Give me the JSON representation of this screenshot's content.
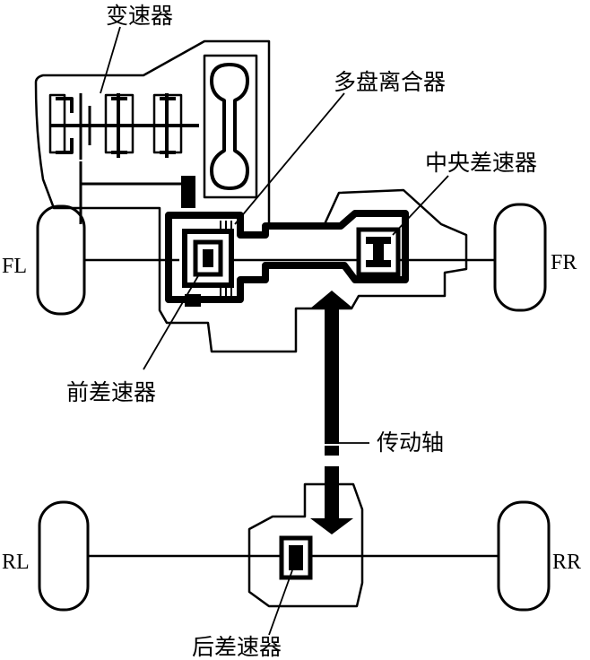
{
  "labels": {
    "transmission": "变速器",
    "multi_plate_clutch": "多盘离合器",
    "center_differential": "中央差速器",
    "front_differential": "前差速器",
    "drive_shaft": "传动轴",
    "rear_differential": "后差速器"
  },
  "wheels": {
    "front_left": "FL",
    "front_right": "FR",
    "rear_left": "RL",
    "rear_right": "RR"
  }
}
